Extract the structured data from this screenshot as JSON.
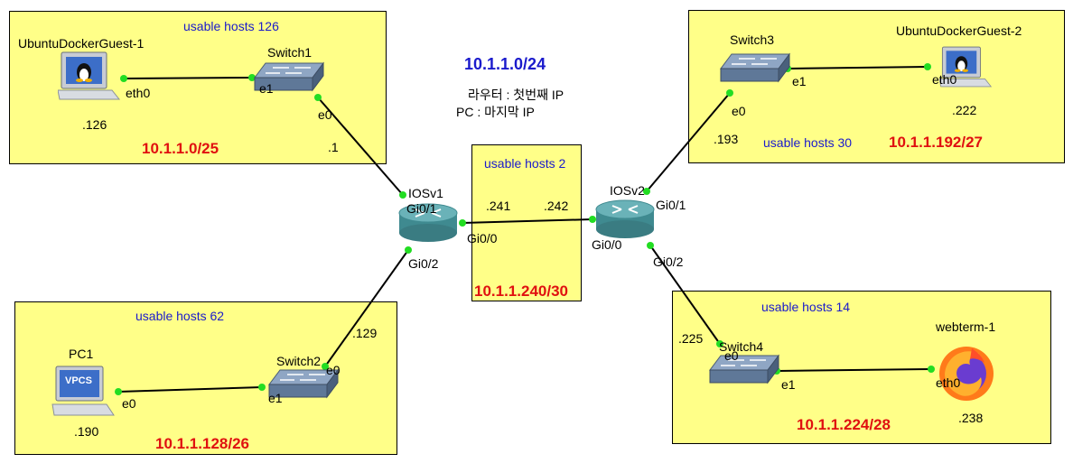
{
  "network": "10.1.1.0/24",
  "notes": [
    "라우터 : 첫번째 IP",
    "PC : 마지막 IP"
  ],
  "zones": {
    "z1": {
      "hosts": "usable hosts 126",
      "subnet": "10.1.1.0/25"
    },
    "z2": {
      "hosts": "usable hosts 62",
      "subnet": "10.1.1.128/26"
    },
    "z3": {
      "hosts": "usable hosts 2",
      "subnet": "10.1.1.240/30"
    },
    "z4": {
      "hosts": "usable hosts 30",
      "subnet": "10.1.1.192/27"
    },
    "z5": {
      "hosts": "usable hosts 14",
      "subnet": "10.1.1.224/28"
    }
  },
  "devices": {
    "guest1": "UbuntuDockerGuest-1",
    "guest2": "UbuntuDockerGuest-2",
    "switch1": "Switch1",
    "switch2": "Switch2",
    "switch3": "Switch3",
    "switch4": "Switch4",
    "iosv1": "IOSv1",
    "iosv2": "IOSv2",
    "pc1": "PC1",
    "webterm": "webterm-1",
    "vpcs": "VPCS"
  },
  "ports": {
    "g1_eth0": "eth0",
    "s1_e1": "e1",
    "s1_e0": "e0",
    "r1_gi01": "Gi0/1",
    "r1_gi00": "Gi0/0",
    "r1_gi02": "Gi0/2",
    "r2_gi00": "Gi0/0",
    "r2_gi01": "Gi0/1",
    "r2_gi02": "Gi0/2",
    "s2_e0": "e0",
    "s2_e1": "e1",
    "pc1_e0": "e0",
    "s3_e0": "e0",
    "s3_e1": "e1",
    "g2_eth0": "eth0",
    "s4_e0": "e0",
    "s4_e1": "e1",
    "web_eth0": "eth0"
  },
  "ips": {
    "g1": ".126",
    "r1_g01": ".1",
    "r1_g00": ".241",
    "r2_g00": ".242",
    "r1_g02": ".129",
    "pc1": ".190",
    "r2_g01": ".193",
    "g2": ".222",
    "r2_g02": ".225",
    "web": ".238"
  },
  "colors": {
    "zone": "#ffff88",
    "title": "#1a1acc",
    "subnet": "#e01010",
    "port_dot": "#22dd22"
  }
}
